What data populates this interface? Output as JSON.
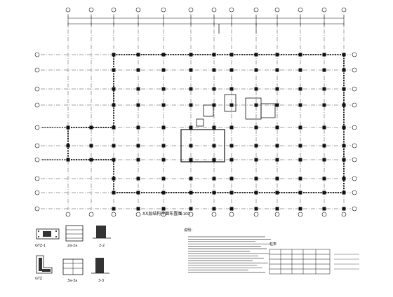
{
  "drawing": {
    "plan_title": "XX层结构平面布置图",
    "plan_scale": "1:100",
    "section_labels": [
      "GTZ-1",
      "2a-2a",
      "2-2",
      "GTZ",
      "3a-3a",
      "3-3"
    ],
    "notes_title": "说明：",
    "table_title": "柱表",
    "colors": {
      "line": "#111111",
      "hatch": "#333333"
    }
  }
}
